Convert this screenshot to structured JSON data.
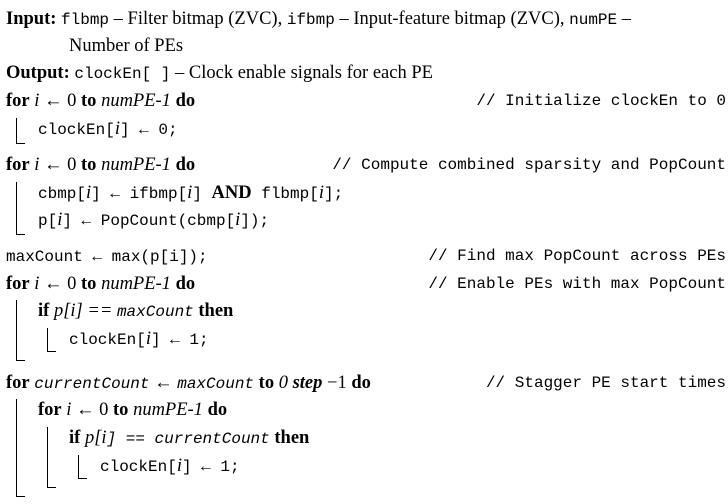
{
  "header": {
    "input_label": "Input:",
    "input_a_var": "flbmp",
    "input_a_desc": " – Filter bitmap (ZVC), ",
    "input_b_var": "ifbmp",
    "input_b_desc": " – Input-feature bitmap (ZVC), ",
    "input_c_var": "numPE",
    "input_c_desc": " –",
    "input_cont": "Number of PEs",
    "output_label": "Output:",
    "output_var": "clockEn[ ]",
    "output_desc": " – Clock enable signals for each PE"
  },
  "kw": {
    "for": "for",
    "to": "to",
    "do": "do",
    "if": "if",
    "then": "then",
    "and": "AND",
    "step": "step"
  },
  "lines": {
    "l1": {
      "i": "i",
      "arrow": " ← 0 ",
      "limit": "numPE-1",
      "comment": "// Initialize clockEn to 0"
    },
    "l2": {
      "code_a": "clockEn[",
      "i": "i",
      "code_b": "] ← 0;"
    },
    "l3": {
      "i": "i",
      "arrow": " ← 0 ",
      "limit": "numPE-1",
      "comment": "// Compute combined sparsity and PopCount"
    },
    "l4": {
      "code_a": "cbmp[",
      "i1": "i",
      "code_b": "] ← ifbmp[",
      "i2": "i",
      "code_c": "] ",
      "code_d": " flbmp[",
      "i3": "i",
      "code_e": "];"
    },
    "l5": {
      "code_a": "p[",
      "i1": "i",
      "code_b": "] ← PopCount(cbmp[",
      "i2": "i",
      "code_c": "]);"
    },
    "l6": {
      "code": "maxCount ← max(p[i]);",
      "comment": "// Find max PopCount across PEs"
    },
    "l7": {
      "i": "i",
      "arrow": " ← 0 ",
      "limit": "numPE-1",
      "comment": "// Enable PEs with max PopCount"
    },
    "l8": {
      "cond_a": "p[",
      "i": "i",
      "cond_b": "] == ",
      "cond_c": "maxCount"
    },
    "l9": {
      "code_a": "clockEn[",
      "i": "i",
      "code_b": "] ← 1;"
    },
    "l10": {
      "var": "currentCount",
      "arrow": " ← ",
      "start": "maxCount",
      "to_end": " 0 ",
      "step_val": " −1 ",
      "comment": "// Stagger PE start times"
    },
    "l11": {
      "i": "i",
      "arrow": " ← 0 ",
      "limit": "numPE-1"
    },
    "l12": {
      "cond_a": "p[",
      "i": "i",
      "cond_b": "] == currentCount"
    },
    "l13": {
      "code_a": "clockEn[",
      "i": "i",
      "code_b": "] ← 1;"
    }
  }
}
